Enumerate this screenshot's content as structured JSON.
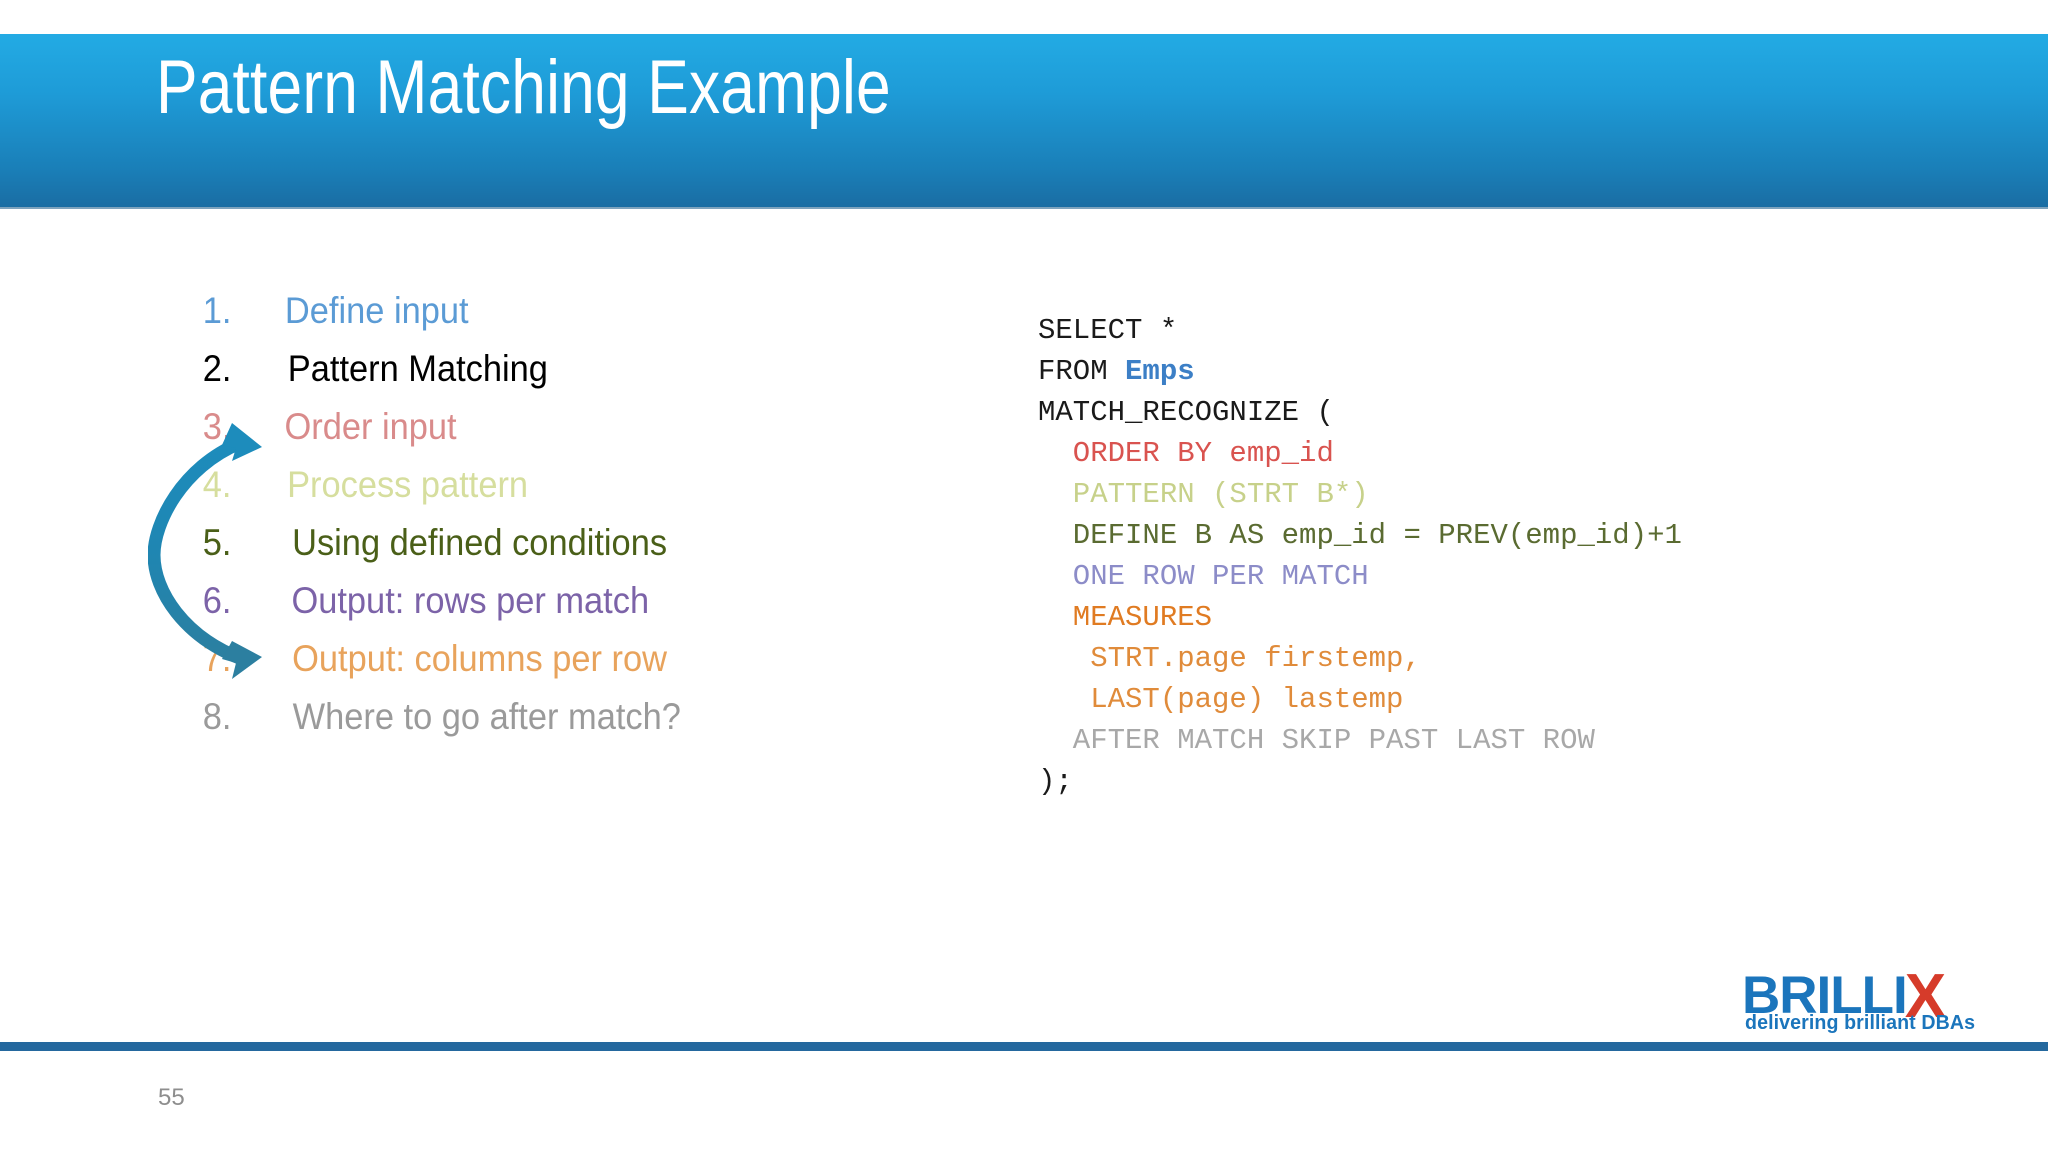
{
  "slide": {
    "title": "Pattern Matching Example",
    "page_number": "55",
    "title_bar_color_top": "#23ABE4",
    "title_bar_color_bottom": "#1A6DA3",
    "footer_rule_color": "#24689E"
  },
  "steps": [
    {
      "num": "1.",
      "label": "Define input",
      "color": "#5B9BD5"
    },
    {
      "num": "2.",
      "label": "Pattern Matching",
      "color": "#000000"
    },
    {
      "num": "3.",
      "label": "Order input",
      "color": "#D98B8B"
    },
    {
      "num": "4.",
      "label": "Process pattern",
      "color": "#D6DE9E"
    },
    {
      "num": "5.",
      "label": "Using defined conditions",
      "color": "#4A5F18"
    },
    {
      "num": "6.",
      "label": "Output: rows per match",
      "color": "#7C63A8"
    },
    {
      "num": "7.",
      "label": "Output: columns per row",
      "color": "#E8A35C"
    },
    {
      "num": "8.",
      "label": "Where to go after match?",
      "color": "#9A9A9A"
    }
  ],
  "loop_arrow": {
    "name": "loop-back-arrow",
    "color_top": "#1F87B4",
    "color_bottom": "#2B7FA0",
    "spans_steps": "4 to 8"
  },
  "code": {
    "lines": [
      {
        "text": "SELECT *",
        "color": "#1A1A1A",
        "indent": 0
      },
      {
        "text": "FROM ",
        "color": "#1A1A1A",
        "indent": 0,
        "highlight": "Emps",
        "highlight_color": "#3C7FC6"
      },
      {
        "text": "MATCH_RECOGNIZE (",
        "color": "#1A1A1A",
        "indent": 0
      },
      {
        "text": "ORDER BY emp_id",
        "color": "#D9534F",
        "indent": 1
      },
      {
        "text": "PATTERN (STRT B*)",
        "color": "#C7D18A",
        "indent": 1
      },
      {
        "text": "DEFINE B AS emp_id = PREV(emp_id)+1",
        "color": "#5A6B31",
        "indent": 1
      },
      {
        "text": "ONE ROW PER MATCH",
        "color": "#8C8CC8",
        "indent": 1
      },
      {
        "text": "MEASURES",
        "color": "#E07B22",
        "indent": 1
      },
      {
        "text": "STRT.page firstemp,",
        "color": "#E08B3A",
        "indent": 2
      },
      {
        "text": "LAST(page) lastemp",
        "color": "#E08B3A",
        "indent": 2
      },
      {
        "text": "AFTER MATCH SKIP PAST LAST ROW",
        "color": "#A8A8A8",
        "indent": 1
      },
      {
        "text": ");",
        "color": "#1A1A1A",
        "indent": 0
      }
    ]
  },
  "logo": {
    "word_main": "BRILLI",
    "word_accent": "X",
    "tagline": "delivering brilliant DBAs",
    "color_main": "#1B75BC",
    "color_accent": "#D63B2A"
  }
}
